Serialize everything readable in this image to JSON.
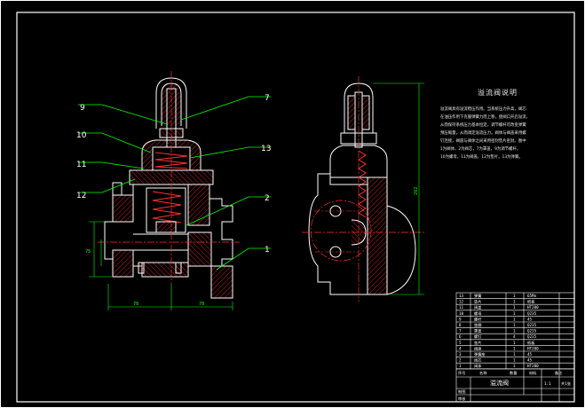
{
  "colors": {
    "background": "#000000",
    "outline": "#ffffff",
    "hatch": "#ff2a2a",
    "leader": "#00ff00",
    "centerline": "#ff2a2a",
    "spring": "#ff3030",
    "dimension": "#00ff00"
  },
  "leaders": [
    {
      "id": "9",
      "label": "9"
    },
    {
      "id": "10",
      "label": "10"
    },
    {
      "id": "11",
      "label": "11"
    },
    {
      "id": "12",
      "label": "12"
    },
    {
      "id": "7",
      "label": "7"
    },
    {
      "id": "13",
      "label": "13"
    },
    {
      "id": "2",
      "label": "2"
    },
    {
      "id": "1",
      "label": "1"
    }
  ],
  "dimensions": {
    "height_right": "262",
    "width_left": "78",
    "width_right": "78",
    "vertical_left": "75"
  },
  "notes": {
    "title": "溢流阀说明",
    "lines": [
      "溢流阀具有溢流稳压作用。当系统压力升高，阀芯",
      "在油压作用下克服弹簧力而上移，使阀口开启溢流，",
      "从而保持系统压力基本恒定。调节螺杆可改变弹簧",
      "预压缩量，从而调定溢流压力。阀体与阀盖采用螺",
      "钉连接，阀座与阀体之间采用密封垫片密封。图中",
      "1为阀体，2为阀芯，7为罩盖，9为调节螺杆，",
      "10为螺母，11为阀盖，12为垫片，13为弹簧。"
    ]
  },
  "parts_table": {
    "rows": [
      {
        "no": "13",
        "name": "弹簧",
        "qty": "1",
        "mat": "65Mn"
      },
      {
        "no": "12",
        "name": "垫片",
        "qty": "1",
        "mat": "纸板"
      },
      {
        "no": "11",
        "name": "阀盖",
        "qty": "1",
        "mat": "HT200"
      },
      {
        "no": "10",
        "name": "螺母",
        "qty": "1",
        "mat": "Q235"
      },
      {
        "no": "9",
        "name": "螺杆",
        "qty": "1",
        "mat": "45"
      },
      {
        "no": "8",
        "name": "垫圈",
        "qty": "1",
        "mat": "Q235"
      },
      {
        "no": "7",
        "name": "罩盖",
        "qty": "1",
        "mat": "Q235"
      },
      {
        "no": "6",
        "name": "螺钉",
        "qty": "4",
        "mat": "Q235"
      },
      {
        "no": "5",
        "name": "垫片",
        "qty": "1",
        "mat": "纸板"
      },
      {
        "no": "4",
        "name": "阀座",
        "qty": "1",
        "mat": "HT200"
      },
      {
        "no": "3",
        "name": "弹簧座",
        "qty": "1",
        "mat": "45"
      },
      {
        "no": "2",
        "name": "阀芯",
        "qty": "1",
        "mat": "45"
      },
      {
        "no": "1",
        "name": "阀体",
        "qty": "1",
        "mat": "HT200"
      }
    ],
    "header": {
      "no": "序号",
      "name": "名称",
      "qty": "数量",
      "mat": "材料",
      "remark": "备注"
    },
    "title_block": {
      "drawing_name": "溢流阀",
      "scale": "1:1",
      "sheet": "共1张",
      "drawn": "制图",
      "checked": "审核"
    }
  }
}
